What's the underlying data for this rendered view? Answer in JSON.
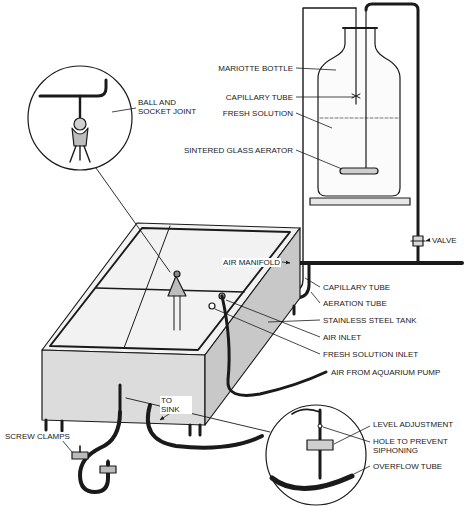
{
  "diagram": {
    "labels": [
      "MARIOTTE BOTTLE",
      "CAPILLARY TUBE",
      "FRESH SOLUTION",
      "SINTERED GLASS AERATOR",
      "BALL AND SOCKET JOINT",
      "VALVE",
      "AIR MANIFOLD",
      "CAPILLARY TUBE",
      "AERATION TUBE",
      "STAINLESS STEEL TANK",
      "AIR INLET",
      "FRESH SOLUTION INLET",
      "AIR FROM AQUARIUM PUMP",
      "TO SINK",
      "SCREW CLAMPS",
      "LEVEL ADJUSTMENT",
      "HOLE TO PREVENT SIPHONING",
      "OVERFLOW TUBE"
    ]
  }
}
